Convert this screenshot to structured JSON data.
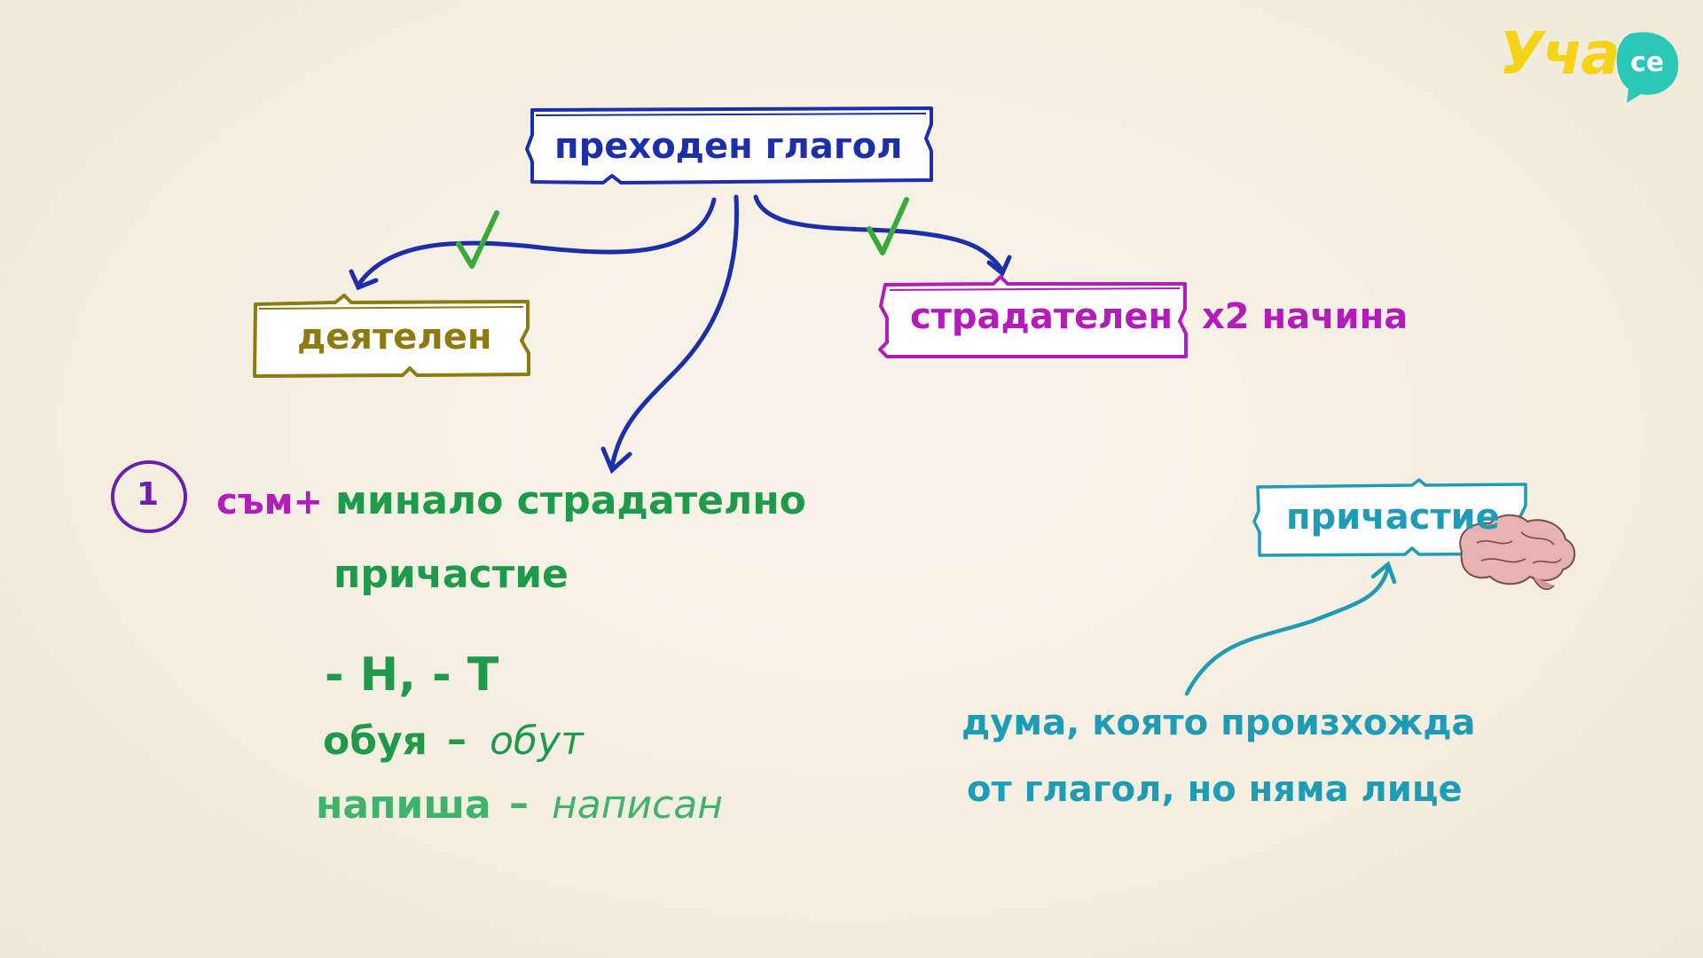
{
  "logo": {
    "main": "Уча",
    "badge": "се"
  },
  "root_box": {
    "label": "преходен глагол"
  },
  "active_box": {
    "label": "деятелен"
  },
  "passive_box": {
    "label": "страдателен",
    "note": "x2 начина"
  },
  "method_1": {
    "number": "1",
    "part_a": "съм+",
    "part_b": "минало страдателно",
    "part_c": "причастие",
    "suffixes": "- Н, - Т",
    "examples": [
      {
        "verb": "обуя",
        "dash": "–",
        "participle": "обут"
      },
      {
        "verb": "напиша",
        "dash": "–",
        "participle": "написан"
      }
    ]
  },
  "participle_box": {
    "label": "причастие"
  },
  "definition": {
    "line1": "дума, която произхожда",
    "line2": "от глагол, но няма лице"
  },
  "colors": {
    "root": "#1d2fa8",
    "active": "#8d7a10",
    "passive": "#b21cb8",
    "method": "#1f9a4a",
    "method_light": "#3fb36a",
    "participle": "#1e9bb5",
    "number_circle": "#6a1fb0",
    "logo": "#f5d319",
    "badge": "#2bc8b8"
  }
}
